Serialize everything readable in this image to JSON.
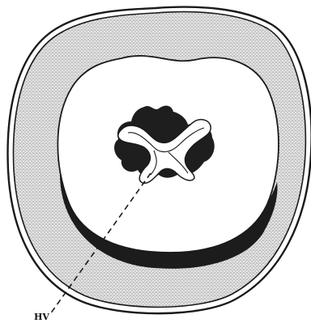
{
  "figure": {
    "labels": [
      {
        "id": "hv",
        "text": "HV"
      }
    ]
  },
  "colors": {
    "ink": "#1a1a1a",
    "stipple_fill": "#bdbdbd",
    "background": "#ffffff",
    "dark_band": "#1c1c1c"
  },
  "structures": [
    {
      "name": "outer-ring",
      "style": "stippled"
    },
    {
      "name": "inner-lumen",
      "style": "white"
    },
    {
      "name": "crescent-band",
      "style": "solid-dark"
    },
    {
      "name": "central-vessel",
      "style": "dark-with-white-cross"
    },
    {
      "name": "leader-line",
      "style": "dashed"
    }
  ]
}
